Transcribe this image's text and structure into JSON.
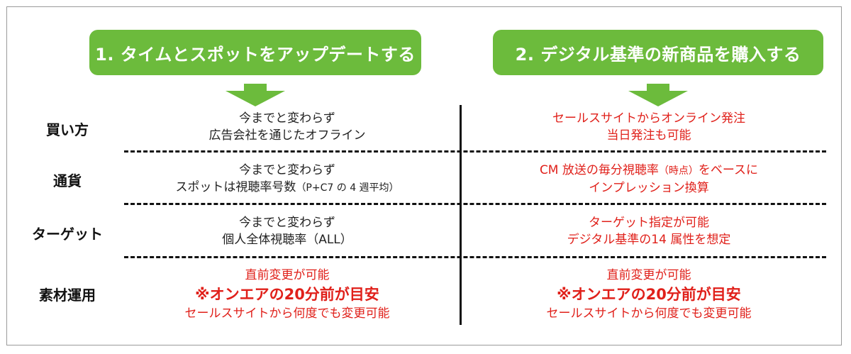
{
  "headers": {
    "left": "1. タイムとスポットをアップデートする",
    "right": "2. デジタル基準の新商品を購入する"
  },
  "colors": {
    "pill": "#6cbb3c",
    "red_text": "#e0201a",
    "dark_text": "#222222"
  },
  "rows": [
    {
      "label": "買い方",
      "left": [
        "今までと変わらず",
        "広告会社を通じたオフライン"
      ],
      "right": [
        "セールスサイトからオンライン発注",
        "当日発注も可能"
      ]
    },
    {
      "label": "通貨",
      "left": [
        "今までと変わらず",
        "スポットは視聴率号数",
        "（P+C7 の 4 週平均）"
      ],
      "right": [
        "CM 放送の毎分視聴率",
        "（時点）",
        "をベースに",
        "インプレッション換算"
      ]
    },
    {
      "label": "ターゲット",
      "left": [
        "今までと変わらず",
        "個人全体視聴率（ALL）"
      ],
      "right": [
        "ターゲット指定が可能",
        "デジタル基準の14 属性を想定"
      ]
    },
    {
      "label": "素材運用",
      "left": [
        "直前変更が可能",
        "※オンエアの20分前が目安",
        "セールスサイトから何度でも変更可能"
      ],
      "right": [
        "直前変更が可能",
        "※オンエアの20分前が目安",
        "セールスサイトから何度でも変更可能"
      ]
    }
  ]
}
